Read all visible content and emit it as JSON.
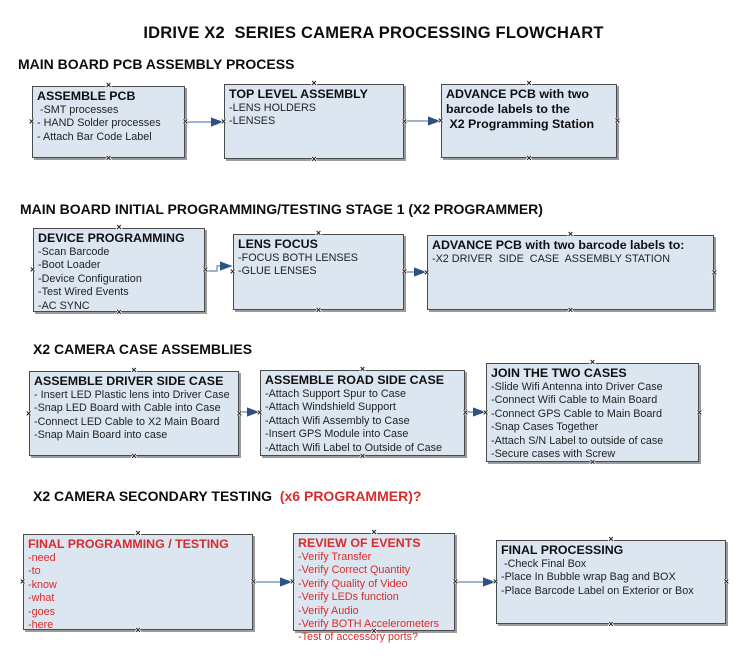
{
  "title": "IDRIVE X2  SERIES CAMERA PROCESSING FLOWCHART",
  "sections": [
    {
      "heading": "MAIN BOARD PCB ASSEMBLY PROCESS"
    },
    {
      "heading": "MAIN BOARD INITIAL PROGRAMMING/TESTING STAGE 1 (X2 PROGRAMMER)"
    },
    {
      "heading": "X2 CAMERA CASE ASSEMBLIES"
    },
    {
      "heading": "X2 CAMERA SECONDARY TESTING ",
      "heading_red": " (x6 PROGRAMMER)?"
    }
  ],
  "boxes": {
    "assemble_pcb": {
      "title": "ASSEMBLE PCB",
      "body": " -SMT processes\n- HAND Solder processes\n- Attach Bar Code Label"
    },
    "top_level_assembly": {
      "title": "TOP LEVEL ASSEMBLY",
      "body": "-LENS HOLDERS\n-LENSES"
    },
    "advance_pcb_programming": {
      "title": "ADVANCE PCB with two\nbarcode labels to the\n X2 Programming Station"
    },
    "device_programming": {
      "title": "DEVICE PROGRAMMING",
      "body": "-Scan Barcode\n-Boot Loader\n-Device Configuration\n-Test Wired Events\n-AC SYNC"
    },
    "lens_focus": {
      "title": "LENS FOCUS",
      "body": "-FOCUS BOTH LENSES\n-GLUE LENSES"
    },
    "advance_pcb_driver": {
      "title": "ADVANCE PCB with two barcode labels to:",
      "body": "-X2 DRIVER  SIDE  CASE  ASSEMBLY STATION"
    },
    "assemble_driver_side": {
      "title": "ASSEMBLE DRIVER SIDE CASE",
      "body": "- Insert LED Plastic lens into Driver Case\n-Snap LED Board with Cable into Case\n-Connect LED Cable to X2 Main Board\n-Snap Main Board into case"
    },
    "assemble_road_side": {
      "title": "ASSEMBLE ROAD SIDE CASE",
      "body": "-Attach Support Spur to Case\n-Attach Windshield Support\n-Attach Wifi Assembly to Case\n-Insert GPS Module into Case\n-Attach Wifi Label to Outside of Case"
    },
    "join_two_cases": {
      "title": "JOIN THE TWO CASES",
      "body": "-Slide Wifi Antenna into Driver Case\n-Connect Wifi Cable to Main Board\n-Connect GPS Cable to Main Board\n-Snap Cases Together\n-Attach S/N Label to outside of case\n-Secure cases with Screw"
    },
    "final_programming_testing": {
      "title": "FINAL PROGRAMMING / TESTING",
      "body": "-need\n-to\n-know\n-what\n-goes\n-here"
    },
    "review_of_events": {
      "title": "REVIEW OF EVENTS",
      "body": "-Verify Transfer\n-Verify Correct Quantity\n-Verify Quality of Video\n-Verify LEDs function\n-Verify Audio\n-Verify BOTH Accelerometers\n-Test of accessory ports?"
    },
    "final_processing": {
      "title": "FINAL PROCESSING",
      "body": " -Check Final Box\n-Place In Bubble wrap Bag and BOX\n-Place Barcode Label on Exterior or Box"
    }
  },
  "icons": {
    "connection_handle": "×"
  },
  "colors": {
    "box_fill": "#dce6f1",
    "box_border": "#4a4a4a",
    "box_shadow": "#9c9c9c",
    "connector_line": "#7d99bb",
    "arrowhead": "#2d5183",
    "red_text": "#d92b2b",
    "heading_text": "#0d0d0d"
  }
}
